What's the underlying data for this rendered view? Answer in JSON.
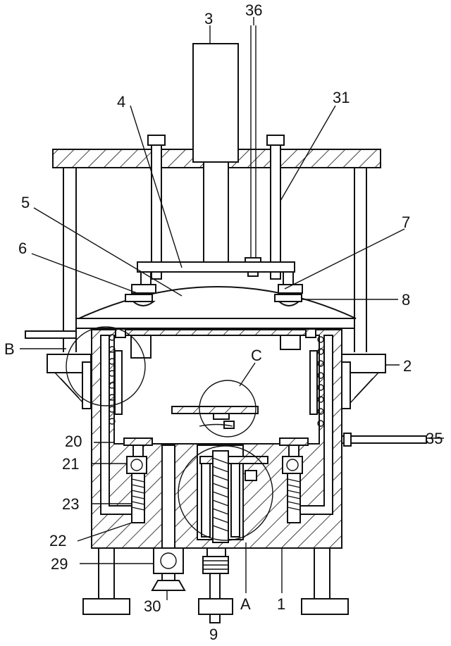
{
  "labels": {
    "l3": "3",
    "l36": "36",
    "l31": "31",
    "l4": "4",
    "l5": "5",
    "l7": "7",
    "l6": "6",
    "l8": "8",
    "lB": "B",
    "l2": "2",
    "lC": "C",
    "l20": "20",
    "l35": "35",
    "l21": "21",
    "l23": "23",
    "l22": "22",
    "l29": "29",
    "l30": "30",
    "lA": "A",
    "l1": "1",
    "l9": "9"
  }
}
